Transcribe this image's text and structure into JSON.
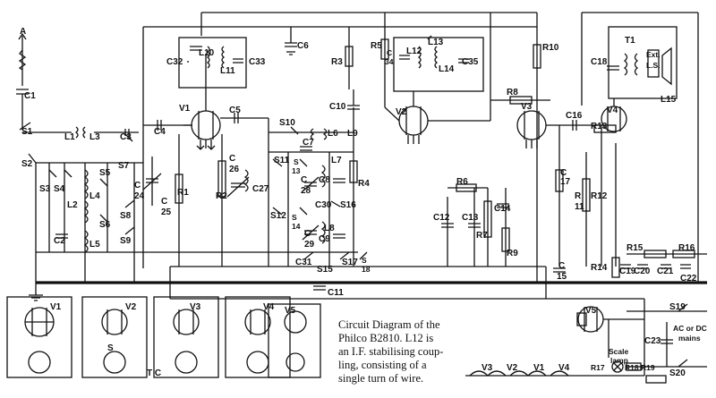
{
  "caption": {
    "line1": "Circuit Diagram of the",
    "line2": "Philco B2810.  L12 is",
    "line3": "an I.F. stabilising coup-",
    "line4": "ling, consisting of a",
    "line5": "single turn of wire."
  },
  "heater_chain": [
    "V3",
    "V2",
    "V1",
    "V4"
  ],
  "labels": {
    "antenna": "A",
    "c1": "C1",
    "s1": "S1",
    "s2": "S2",
    "l1l3": "L1",
    "l3": "L3",
    "c3": "C3",
    "c4": "C4",
    "s7": "S7",
    "s3": "S3",
    "s4": "S4",
    "s5": "S5",
    "l2": "L2",
    "l4": "L4",
    "s6": "S6",
    "l5": "L5",
    "s8": "S8",
    "s9": "S9",
    "c2": "C2",
    "c24": "24",
    "c25": "25",
    "r1": "R1",
    "r2": "R2",
    "c26": "26",
    "c27": "C27",
    "v1": "V1",
    "c5": "C5",
    "s10": "S10",
    "c10": "C10",
    "l6": "L6",
    "l9": "L9",
    "c7": "C7",
    "s11": "S11",
    "s13": "13",
    "l7": "L7",
    "c28": "28",
    "c8": "C8",
    "r4": "R4",
    "s12": "S12",
    "s14": "14",
    "c30": "C30",
    "s16": "S16",
    "l8": "L8",
    "c29": "29",
    "c9": "C9",
    "c31": "C31",
    "s15": "S15",
    "s17": "S17",
    "s18": "18",
    "c11": "C11",
    "c32": "C32",
    "l10": "L10",
    "l11": "L11",
    "c33": "C33",
    "c6": "C6",
    "r3": "R3",
    "r5": "R5",
    "c34": "34",
    "l12": "L12",
    "l13": "L13",
    "l14": "L14",
    "c35": "C35",
    "v2": "V2",
    "r6": "R6",
    "c12": "C12",
    "c13": "C13",
    "c14": "C14",
    "r7": "R7",
    "r9": "R9",
    "r10": "R10",
    "r8": "R8",
    "v3": "V3",
    "c16": "C16",
    "c17": "C",
    "c17b": "17",
    "r11": "R",
    "r11b": "11",
    "r12": "R12",
    "c15": "C15",
    "t1": "T1",
    "c18": "C18",
    "ext": "Ext.",
    "ls": "L.S.",
    "l15": "L15",
    "v4": "V4",
    "r13": "R13",
    "r14": "R14",
    "c19": "C19",
    "c20": "C20",
    "r15": "R15",
    "c21": "C21",
    "r16": "R16",
    "c22": "C22",
    "s19": "S19",
    "ac_dc": "AC or DC",
    "mains": "mains",
    "c23": "C23",
    "s20": "S20",
    "v5": "V5",
    "scale": "Scale",
    "lamp": "lamp",
    "r17": "R17",
    "r18": "R18",
    "r19": "R19",
    "b_v1": "V1",
    "b_v2": "V2",
    "b_v3": "V3",
    "b_v4": "V4",
    "b_v5": "V5",
    "tc": "T C",
    "s": "S"
  }
}
